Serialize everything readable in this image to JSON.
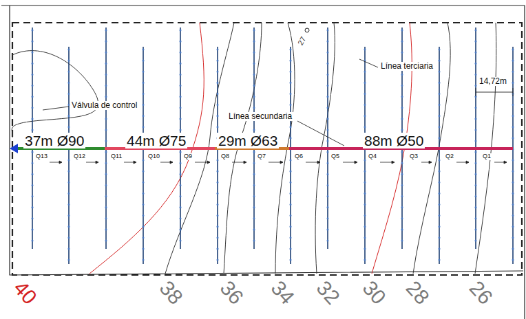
{
  "diagram": {
    "labels": [
      "37m Ø90",
      "44m Ø75",
      "29m Ø63",
      "88m Ø50",
      "Q13",
      "Q12",
      "Q11",
      "Q10",
      "Q9",
      "Q8",
      "Q7",
      "Q6",
      "Q5",
      "Q4",
      "Q3",
      "Q2",
      "Q1",
      "Válvula de control",
      "Línea secundaria",
      "Línea terciaria",
      "14,72m",
      "27",
      "40",
      "38",
      "36",
      "34",
      "32",
      "30",
      "28",
      "26"
    ]
  }
}
